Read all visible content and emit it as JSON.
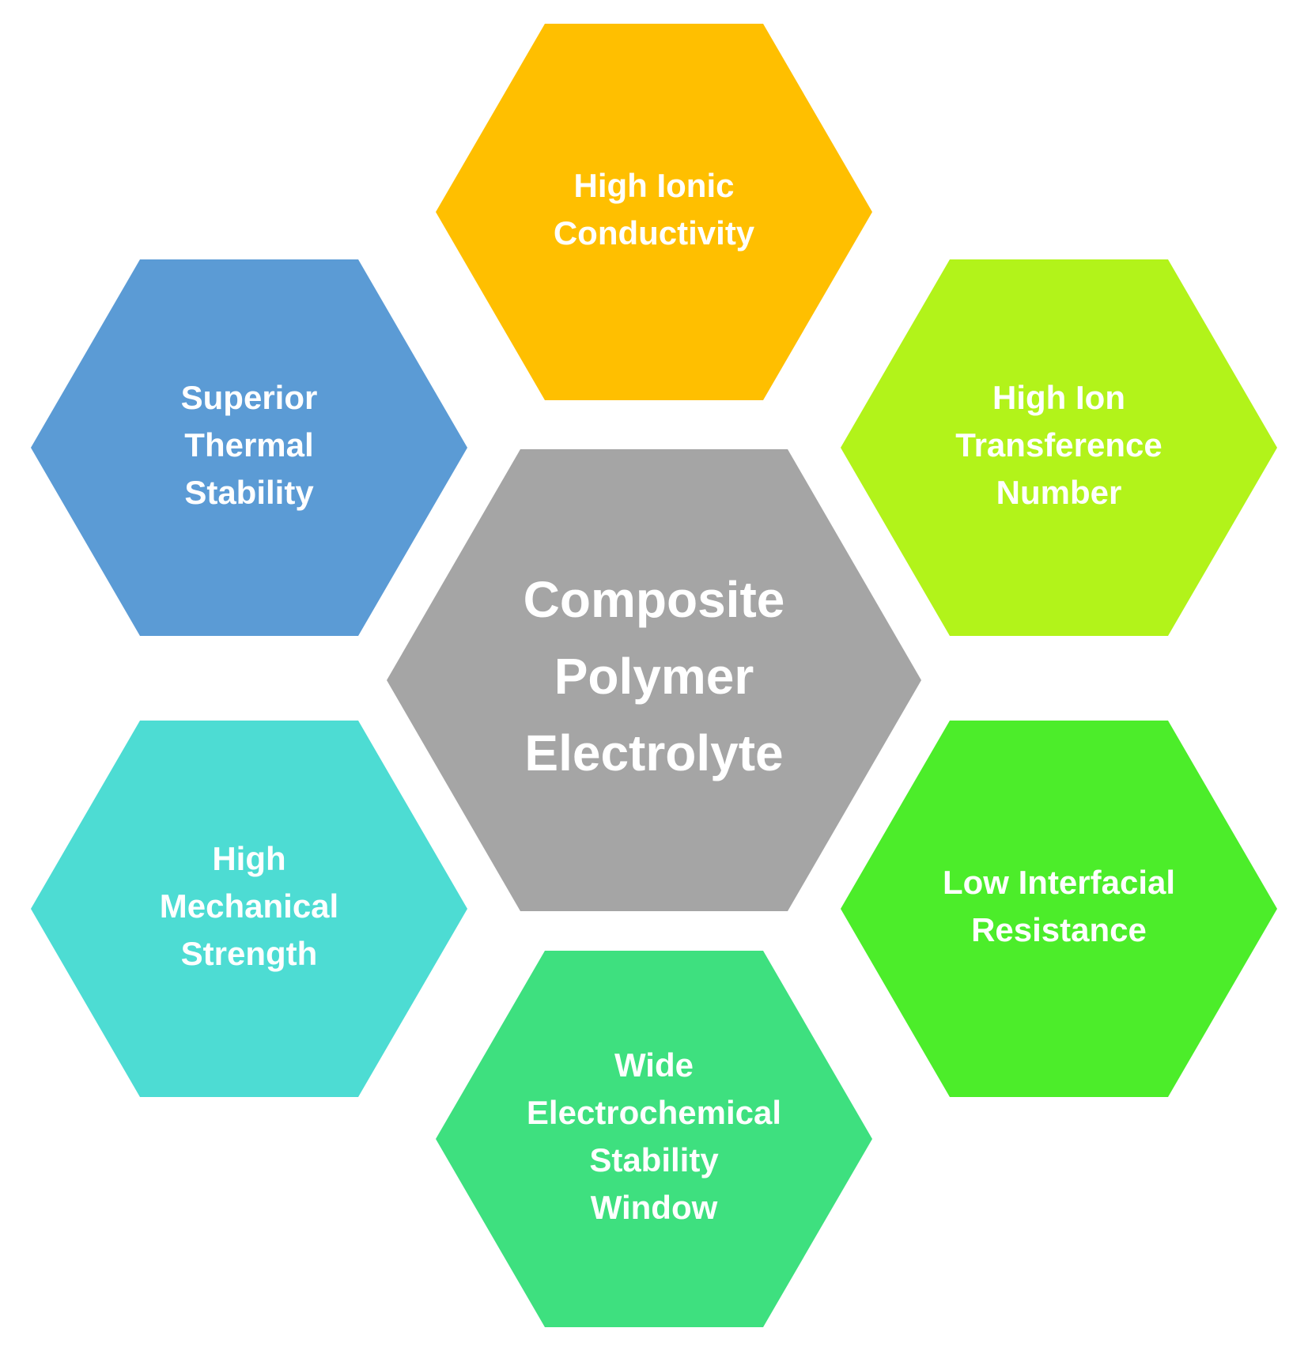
{
  "center": {
    "lines": [
      "Composite",
      "Polymer",
      "Electrolyte"
    ],
    "color": "#a5a5a5"
  },
  "properties": [
    {
      "id": "ionic-conductivity",
      "lines": [
        "High Ionic",
        "Conductivity"
      ],
      "color": "#ffbf00"
    },
    {
      "id": "ion-transference",
      "lines": [
        "High Ion",
        "Transference",
        "Number"
      ],
      "color": "#b2f31a"
    },
    {
      "id": "interfacial-resistance",
      "lines": [
        "Low Interfacial",
        "Resistance"
      ],
      "color": "#4ced2a"
    },
    {
      "id": "electrochemical-window",
      "lines": [
        "Wide",
        "Electrochemical",
        "Stability",
        "Window"
      ],
      "color": "#3ee07f"
    },
    {
      "id": "mechanical-strength",
      "lines": [
        "High",
        "Mechanical",
        "Strength"
      ],
      "color": "#4ddcd3"
    },
    {
      "id": "thermal-stability",
      "lines": [
        "Superior",
        "Thermal",
        "Stability"
      ],
      "color": "#5b9bd5"
    }
  ]
}
